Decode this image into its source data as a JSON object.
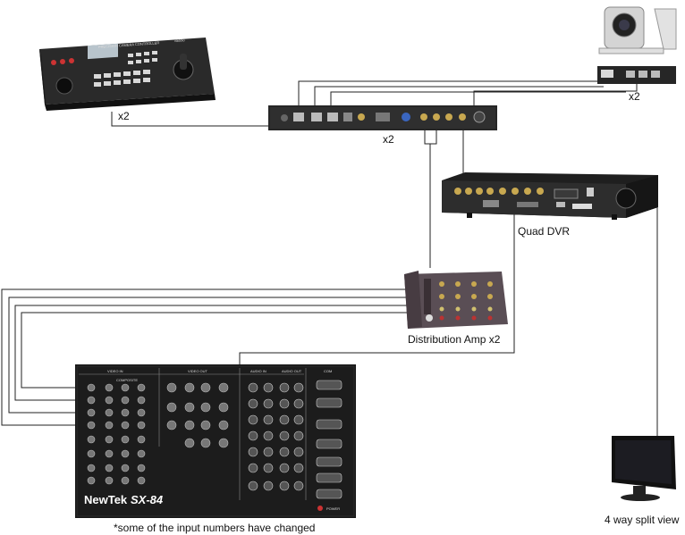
{
  "labels": {
    "controller_count": "x2",
    "camera_count": "x2",
    "interface_count": "x2",
    "quad_dvr": "Quad DVR",
    "distribution_amp": "Distribution Amp x2",
    "monitor": "4 way split view",
    "footnote": "*some of the input numbers have changed"
  },
  "switcher": {
    "brand": "NewTek",
    "model": "SX-84",
    "power": "POWER",
    "section_video_in": "VIDEO IN",
    "section_composite": "COMPOSITE",
    "section_video_out": "VIDEO OUT",
    "section_audio_in": "AUDIO IN",
    "section_audio_out": "AUDIO OUT",
    "section_com": "COM"
  },
  "controller": {
    "title": "PRECISION CAMERA CONTROLLER",
    "brand": "vaddio"
  }
}
